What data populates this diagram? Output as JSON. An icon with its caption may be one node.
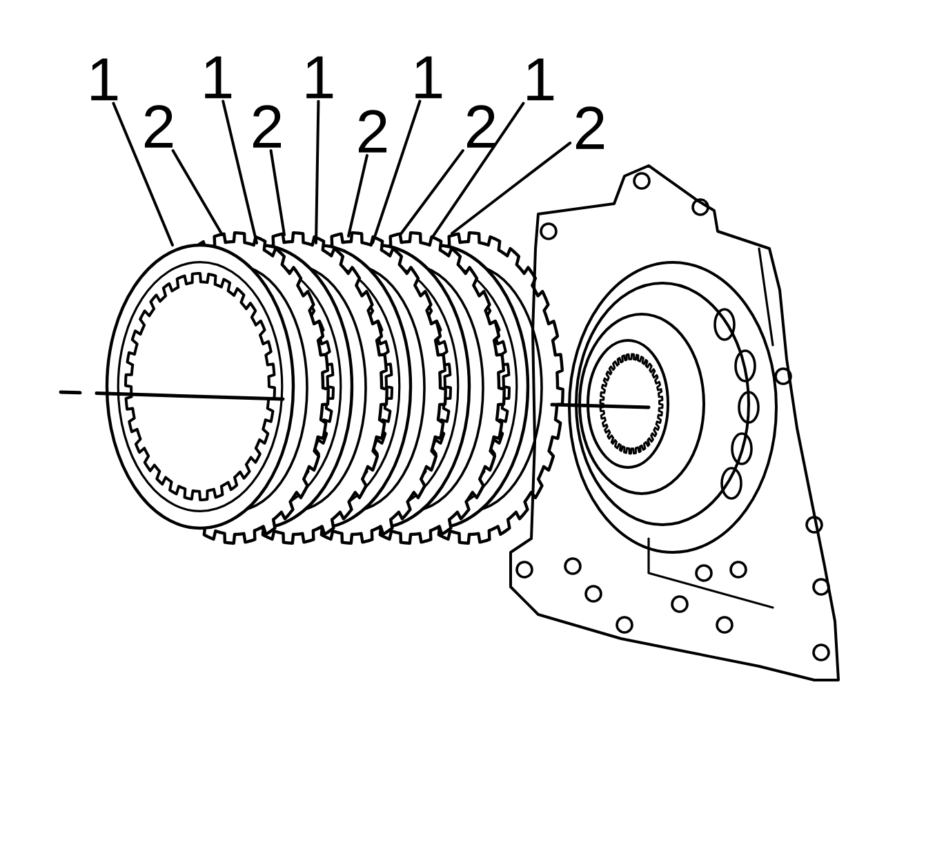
{
  "diagram": {
    "nodes": [
      {
        "text": [
          "1"
        ]
      },
      {
        "text": [
          "2"
        ]
      },
      {
        "text": [
          "1"
        ]
      },
      {
        "text": [
          "2"
        ]
      },
      {
        "text": [
          "1"
        ]
      },
      {
        "text": [
          "2"
        ]
      },
      {
        "text": [
          "1"
        ]
      },
      {
        "text": [
          "2"
        ]
      },
      {
        "text": [
          "1"
        ]
      },
      {
        "text": [
          "2"
        ]
      }
    ],
    "edges": [
      {
        "from": 0,
        "to": null,
        "arrow": "none"
      },
      {
        "from": 1,
        "to": null,
        "arrow": "none"
      },
      {
        "from": 2,
        "to": null,
        "arrow": "none"
      },
      {
        "from": 3,
        "to": null,
        "arrow": "none"
      },
      {
        "from": 4,
        "to": null,
        "arrow": "none"
      },
      {
        "from": 5,
        "to": null,
        "arrow": "none"
      },
      {
        "from": 6,
        "to": null,
        "arrow": "none"
      },
      {
        "from": 7,
        "to": null,
        "arrow": "none"
      },
      {
        "from": 8,
        "to": null,
        "arrow": "none"
      },
      {
        "from": 9,
        "to": null,
        "arrow": "none"
      }
    ]
  }
}
